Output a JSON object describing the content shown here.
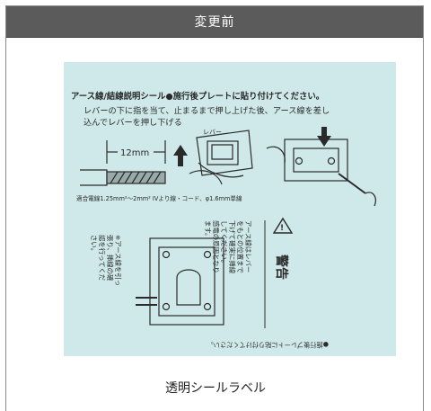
{
  "header": {
    "title": "変更前"
  },
  "label": {
    "title": "アース線/結線説明シール●施行後プレートに貼り付けてください。",
    "instruction_line1": "レバーの下に指を当て、止まるまで押し上げた後、アース線を差し",
    "instruction_line2": "込んでレバーを押し下げる",
    "lever": "レバー",
    "dimension": "12mm",
    "wire_spec": "適合電線1.25mm²～2mm² IVより線・コード、φ1.6mm単線",
    "warning_title": "警告",
    "warning_col1": "アース線はレバー",
    "warning_col2": "をもとの位置まで",
    "warning_col3": "下げて確実に挿線",
    "warning_col4": "してください。",
    "warning_col5": "感電の原因となり",
    "warning_col6": "ます。",
    "note_col1": "※アース線を引っ",
    "note_col2": "張り、挿線の確",
    "note_col3": "認を行ってくだ",
    "note_col4": "さい。",
    "bottom_upside": "●施行後プレートに貼り付けてください。"
  },
  "caption": "透明シールラベル",
  "colors": {
    "header_bg": "#5b5b5b",
    "label_bg": "#cfe9ea",
    "ink": "#2a2a2a"
  }
}
